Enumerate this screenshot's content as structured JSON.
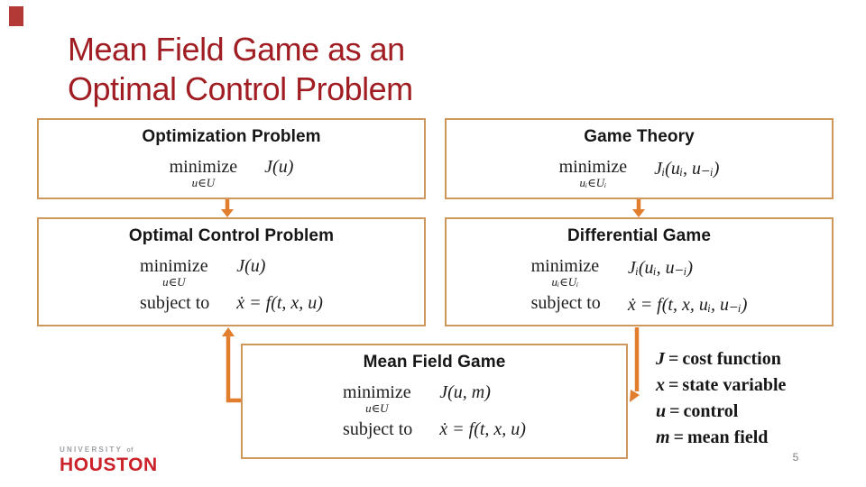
{
  "slide": {
    "title_line1": "Mean Field Game as an",
    "title_line2": "Optimal Control Problem",
    "page_number": "5"
  },
  "colors": {
    "title_red": "#a01e23",
    "box_border_tan": "#ce975c",
    "arrow_orange": "#e17e2e",
    "logo_red": "#cb2129",
    "logo_gray": "#9ca1a5",
    "corner_mark_red": "#b23936"
  },
  "boxes": {
    "optimization": {
      "heading": "Optimization Problem",
      "minimize": "minimize",
      "min_sub": "u∈U",
      "objective": "J(u)"
    },
    "game_theory": {
      "heading": "Game Theory",
      "minimize": "minimize",
      "min_sub": "uᵢ∈Uᵢ",
      "objective": "Jᵢ(uᵢ, u₋ᵢ)"
    },
    "optimal_control": {
      "heading": "Optimal Control Problem",
      "minimize": "minimize",
      "min_sub": "u∈U",
      "objective": "J(u)",
      "subject_to": "subject to",
      "constraint": "ẋ = f(t, x, u)"
    },
    "differential_game": {
      "heading": "Differential Game",
      "minimize": "minimize",
      "min_sub": "uᵢ∈Uᵢ",
      "objective": "Jᵢ(uᵢ, u₋ᵢ)",
      "subject_to": "subject to",
      "constraint": "ẋ = f(t, x, uᵢ, u₋ᵢ)"
    },
    "mean_field_game": {
      "heading": "Mean Field Game",
      "minimize": "minimize",
      "min_sub": "u∈U",
      "objective": "J(u, m)",
      "subject_to": "subject to",
      "constraint": "ẋ = f(t, x, u)"
    }
  },
  "legend": {
    "separator": "=",
    "items": [
      {
        "symbol": "J",
        "description": "cost function"
      },
      {
        "symbol": "x",
        "description": "state variable"
      },
      {
        "symbol": "u",
        "description": "control"
      },
      {
        "symbol": "m",
        "description": "mean field"
      }
    ]
  },
  "logo": {
    "university": "UNIVERSITY",
    "of": "of",
    "houston": "HOUSTON"
  }
}
